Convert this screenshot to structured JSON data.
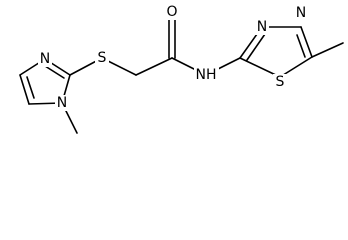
{
  "molecule": {
    "atoms": {
      "imidazole_n3": "N",
      "imidazole_n1": "N",
      "thioether_s": "S",
      "carbonyl_o": "O",
      "amide_nh": "NH",
      "thiadiazole_n3": "N",
      "thiadiazole_n4": "N",
      "thiadiazole_s": "S"
    }
  }
}
